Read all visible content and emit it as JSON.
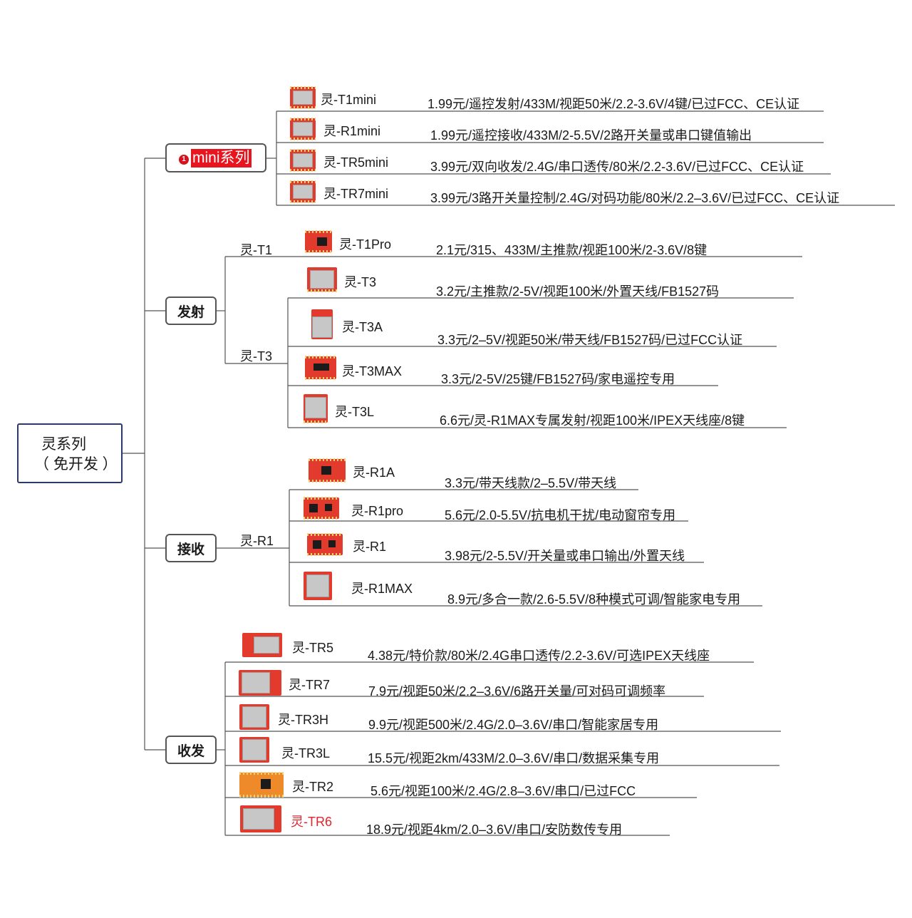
{
  "root": {
    "line1": "灵系列",
    "line2": "（ 免开发 ）"
  },
  "mini": {
    "badge": "1",
    "label": "mini系列",
    "products": [
      {
        "name": "灵-T1mini",
        "desc": "1.99元/遥控发射/433M/视距50米/2.2-3.6V/4键/已过FCC、CE认证"
      },
      {
        "name": "灵-R1mini",
        "desc": "1.99元/遥控接收/433M/2-5.5V/2路开关量或串口键值输出"
      },
      {
        "name": "灵-TR5mini",
        "desc": "3.99元/双向收发/2.4G/串口透传/80米/2.2-3.6V/已过FCC、CE认证"
      },
      {
        "name": "灵-TR7mini",
        "desc": "3.99元/3路开关量控制/2.4G/对码功能/80米/2.2–3.6V/已过FCC、CE认证"
      }
    ]
  },
  "tx": {
    "label": "发射",
    "sub_t1": "灵-T1",
    "sub_t3": "灵-T3",
    "products": [
      {
        "name": "灵-T1Pro",
        "desc": "2.1元/315、433M/主推款/视距100米/2-3.6V/8键"
      },
      {
        "name": "灵-T3",
        "desc": "3.2元/主推款/2-5V/视距100米/外置天线/FB1527码"
      },
      {
        "name": "灵-T3A",
        "desc": "3.3元/2–5V/视距50米/带天线/FB1527码/已过FCC认证"
      },
      {
        "name": "灵-T3MAX",
        "desc": "3.3元/2-5V/25键/FB1527码/家电遥控专用"
      },
      {
        "name": "灵-T3L",
        "desc": "6.6元/灵-R1MAX专属发射/视距100米/IPEX天线座/8键"
      }
    ]
  },
  "rx": {
    "label": "接收",
    "sub": "灵-R1",
    "products": [
      {
        "name": "灵-R1A",
        "desc": "3.3元/带天线款/2–5.5V/带天线"
      },
      {
        "name": "灵-R1pro",
        "desc": "5.6元/2.0-5.5V/抗电机干扰/电动窗帘专用"
      },
      {
        "name": "灵-R1",
        "desc": "3.98元/2-5.5V/开关量或串口输出/外置天线"
      },
      {
        "name": "灵-R1MAX",
        "desc": "8.9元/多合一款/2.6-5.5V/8种模式可调/智能家电专用"
      }
    ]
  },
  "trx": {
    "label": "收发",
    "products": [
      {
        "name": "灵-TR5",
        "desc": "4.38元/特价款/80米/2.4G串口透传/2.2-3.6V/可选IPEX天线座"
      },
      {
        "name": "灵-TR7",
        "desc": "7.9元/视距50米/2.2–3.6V/6路开关量/可对码可调频率"
      },
      {
        "name": "灵-TR3H",
        "desc": "9.9元/视距500米/2.4G/2.0–3.6V/串口/智能家居专用"
      },
      {
        "name": "灵-TR3L",
        "desc": "15.5元/视距2km/433M/2.0–3.6V/串口/数据采集专用"
      },
      {
        "name": "灵-TR2",
        "desc": "5.6元/视距100米/2.4G/2.8–3.6V/串口/已过FCC"
      },
      {
        "name": "灵-TR6",
        "desc": "18.9元/视距4km/2.0–3.6V/串口/安防数传专用"
      }
    ]
  },
  "colors": {
    "highlight": "#e8141e",
    "red_name": "#e0242b",
    "root_border": "#2b3a6b"
  }
}
